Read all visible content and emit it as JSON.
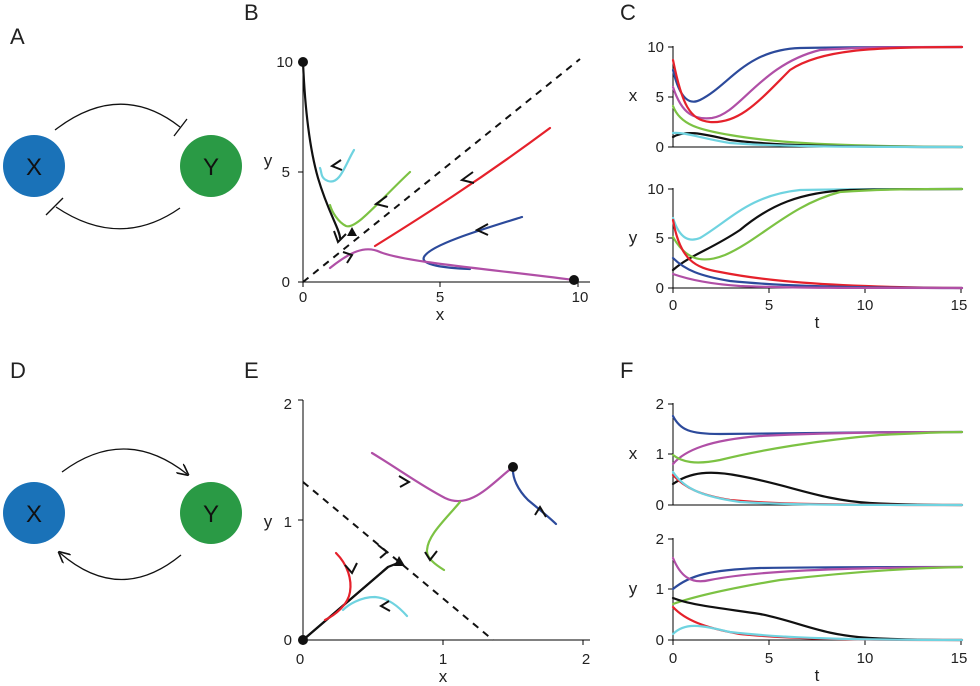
{
  "colors": {
    "node_x": "#1a72b8",
    "node_y": "#2a9a45",
    "black": "#111111",
    "cyan": "#6fd3e0",
    "green": "#7cc243",
    "red": "#e5212b",
    "blue": "#2c4a9b",
    "magenta": "#b04fa6"
  },
  "panels": {
    "A": {
      "label": "A",
      "node_x": "X",
      "node_y": "Y",
      "arrow_type": "mutual-inhibition"
    },
    "B": {
      "label": "B",
      "xlabel": "x",
      "ylabel": "y",
      "xticks": [
        "0",
        "5",
        "10"
      ],
      "yticks": [
        "0",
        "5",
        "10"
      ]
    },
    "C": {
      "label": "C",
      "top_ylabel": "x",
      "bottom_ylabel": "y",
      "xlabel": "t",
      "xticks": [
        "0",
        "5",
        "10",
        "15"
      ],
      "yticks": [
        "0",
        "5",
        "10"
      ]
    },
    "D": {
      "label": "D",
      "node_x": "X",
      "node_y": "Y",
      "arrow_type": "mutual-activation"
    },
    "E": {
      "label": "E",
      "xlabel": "x",
      "ylabel": "y",
      "xticks": [
        "0",
        "1",
        "2"
      ],
      "yticks": [
        "0",
        "1",
        "2"
      ]
    },
    "F": {
      "label": "F",
      "top_ylabel": "x",
      "bottom_ylabel": "y",
      "xlabel": "t",
      "xticks": [
        "0",
        "5",
        "10",
        "15"
      ],
      "yticks": [
        "0",
        "1",
        "2"
      ]
    }
  }
}
